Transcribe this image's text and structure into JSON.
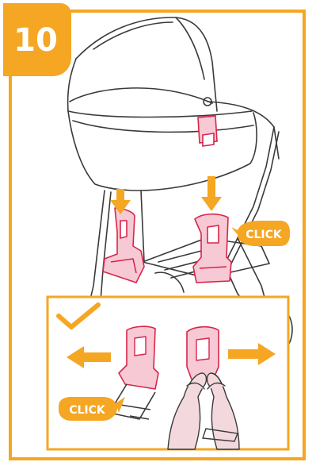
{
  "step_number": "10",
  "click_label_top": "CLICK",
  "click_label_bottom": "CLICK",
  "colors": {
    "accent": "#F5A623",
    "part_red": "#D9254A",
    "part_fill": "#F6C9D4",
    "line": "#3a3a3a",
    "hand_fill": "#F3D9DE"
  },
  "icons": {
    "check": "checkmark-icon",
    "arrow_down": "arrow-down-icon",
    "arrow_left": "arrow-left-icon",
    "arrow_right": "arrow-right-icon"
  }
}
